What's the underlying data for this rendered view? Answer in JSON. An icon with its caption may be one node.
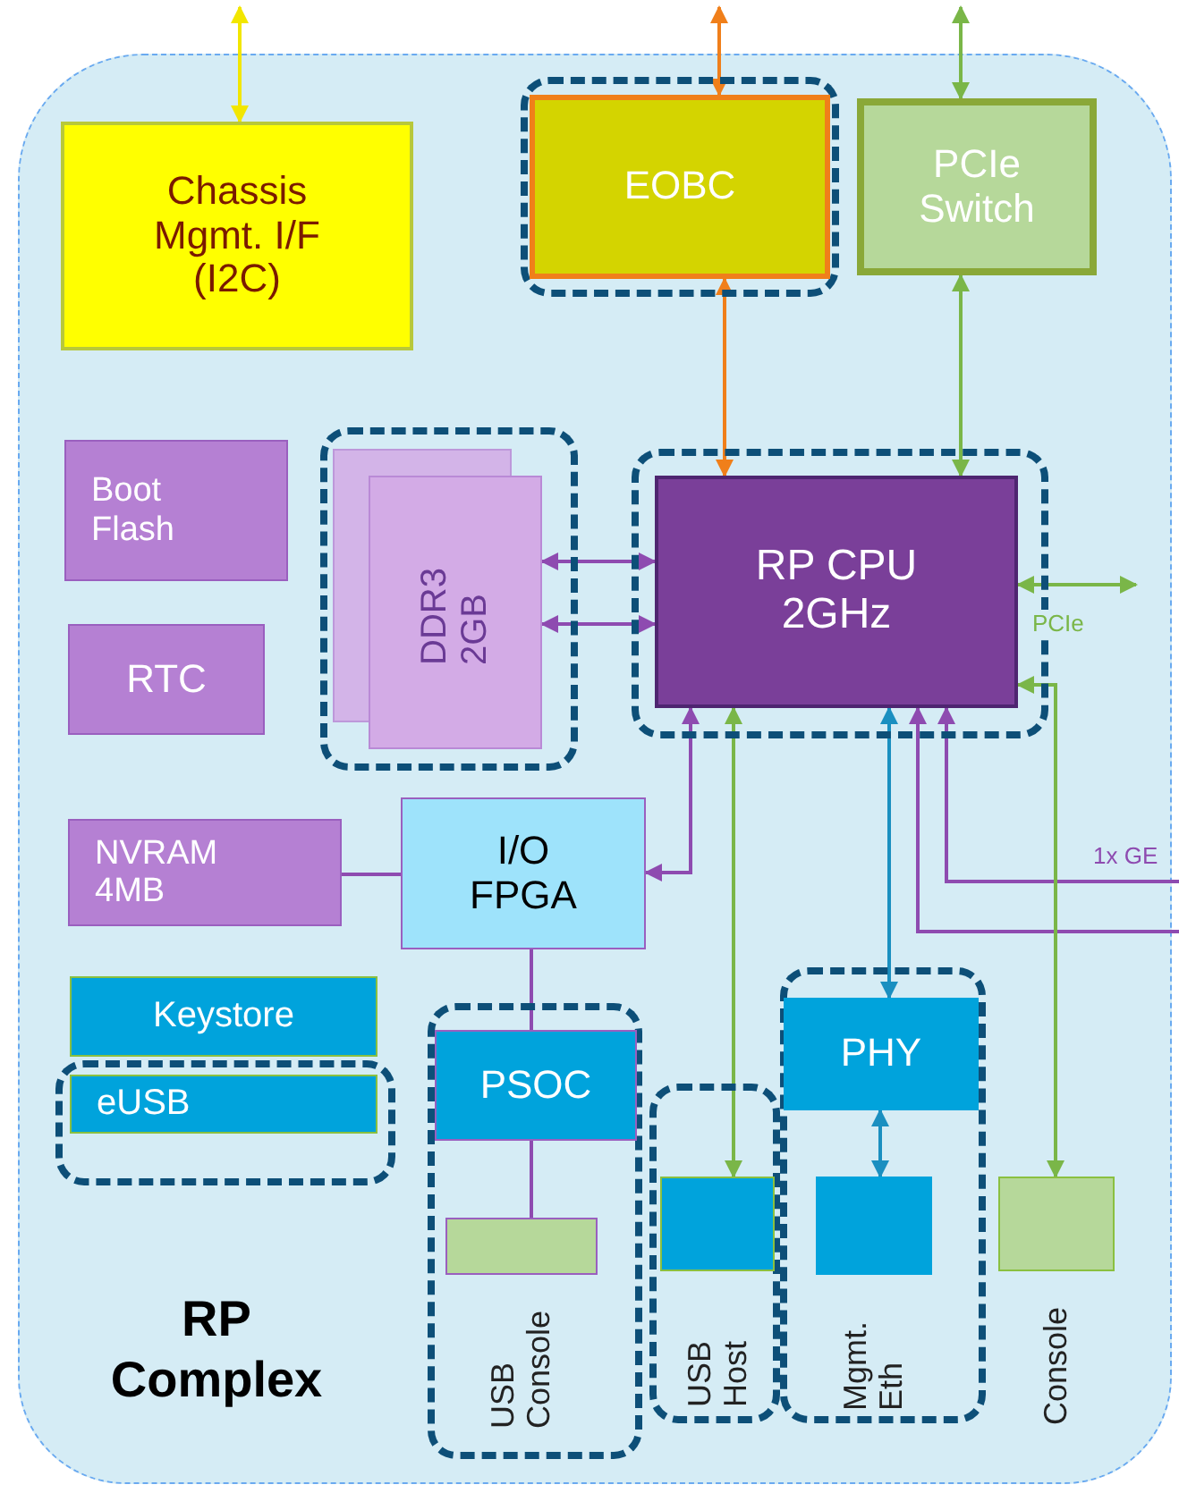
{
  "diagram": {
    "nodes": [
      {
        "text": [
          "RP Complex"
        ]
      },
      {
        "text": [
          "Chassis Mgmt. I/F (I2C)"
        ],
        "in": 0
      },
      {
        "text": [
          "EOBC"
        ],
        "in": 0
      },
      {
        "text": [
          "PCIe Switch"
        ],
        "in": 0
      },
      {
        "text": [
          "Boot Flash"
        ],
        "in": 0
      },
      {
        "text": [
          "DDR3 2GB"
        ],
        "in": 0
      },
      {
        "text": [
          "RP CPU 2GHz"
        ],
        "in": 0
      },
      {
        "text": [
          "RTC"
        ],
        "in": 0
      },
      {
        "text": [
          "NVRAM 4MB"
        ],
        "in": 0
      },
      {
        "text": [
          "I/O FPGA"
        ],
        "in": 0
      },
      {
        "text": [
          "Keystore"
        ],
        "in": 0
      },
      {
        "text": [
          "eUSB"
        ],
        "in": 0
      },
      {
        "text": [
          "PSOC"
        ],
        "in": 0
      },
      {
        "text": [
          "PHY"
        ],
        "in": 0
      },
      {
        "text": [
          "USB Console"
        ],
        "in": 0
      },
      {
        "text": [
          "USB Host"
        ],
        "in": 0
      },
      {
        "text": [
          "Mgmt. Eth"
        ],
        "in": 0
      },
      {
        "text": [
          "Console"
        ],
        "in": 0
      }
    ],
    "edges": [
      {
        "from": null,
        "to": 1,
        "arrow": "both",
        "color": "#f2e600"
      },
      {
        "from": null,
        "to": 2,
        "arrow": "both",
        "color": "#f07f1a"
      },
      {
        "from": null,
        "to": 3,
        "arrow": "both",
        "color": "#7ab648"
      },
      {
        "from": 2,
        "to": 6,
        "arrow": "both",
        "color": "#f07f1a"
      },
      {
        "from": 3,
        "to": 6,
        "arrow": "both",
        "color": "#7ab648"
      },
      {
        "from": 5,
        "to": 6,
        "arrow": "both"
      },
      {
        "from": 5,
        "to": 6,
        "arrow": "both"
      },
      {
        "from": 6,
        "to": null,
        "arrow": "both",
        "label": "PCIe",
        "color": "#7ab648"
      },
      {
        "from": 6,
        "to": 9,
        "arrow": "both"
      },
      {
        "from": 8,
        "to": 9,
        "arrow": "none"
      },
      {
        "from": 9,
        "to": 12,
        "arrow": "none"
      },
      {
        "from": 12,
        "to": 14,
        "arrow": "none"
      },
      {
        "from": 6,
        "to": 15,
        "arrow": "both",
        "color": "#7ab648"
      },
      {
        "from": 6,
        "to": 13,
        "arrow": "both",
        "color": "#1a8fc0"
      },
      {
        "from": 13,
        "to": 16,
        "arrow": "both",
        "color": "#1a8fc0"
      },
      {
        "from": null,
        "to": 6,
        "arrow": "to",
        "label": "1x GE"
      },
      {
        "from": null,
        "to": 6,
        "arrow": "to"
      },
      {
        "from": 6,
        "to": 17,
        "arrow": "both",
        "color": "#7ab648"
      }
    ]
  }
}
